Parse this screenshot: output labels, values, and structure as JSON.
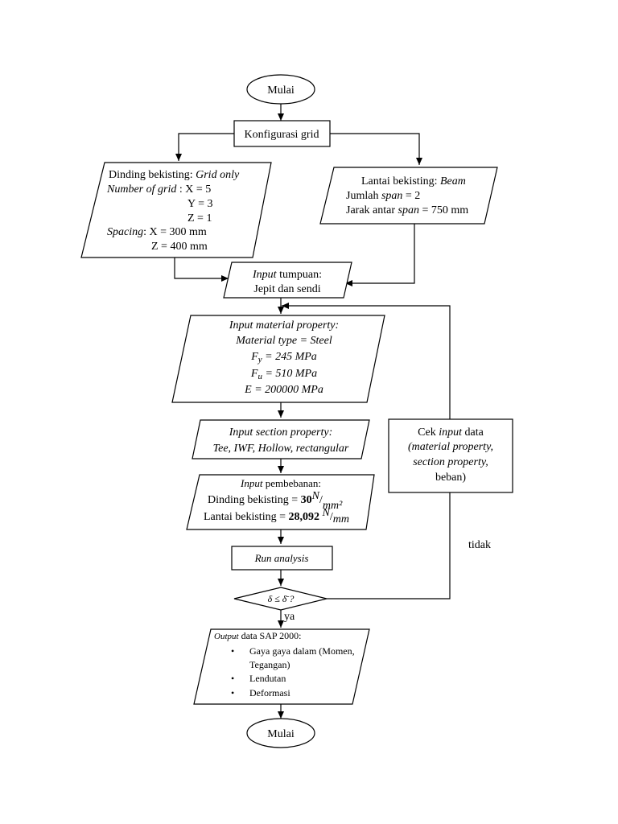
{
  "start": {
    "label": "Mulai"
  },
  "grid_config": {
    "label": "Konfigurasi grid"
  },
  "wall": {
    "title_prefix": "Dinding bekisting:",
    "title_italic": "Grid only",
    "grid_label": "Number of grid",
    "grid_sep": " : X = 5",
    "y": "Y = 3",
    "z": "Z = 1",
    "spacing_label": "Spacing",
    "spacing_x": ": X = 300 mm",
    "spacing_z": "Z = 400 mm"
  },
  "floor": {
    "title_prefix": "Lantai bekisting:",
    "title_italic": "Beam",
    "span_prefix": "Jumlah",
    "span_italic": "span",
    "span_value": "= 2",
    "dist_prefix": "Jarak antar",
    "dist_italic": "span",
    "dist_value": "= 750 mm"
  },
  "support": {
    "input_word": "Input",
    "label": "tumpuan:",
    "value": "Jepit dan sendi"
  },
  "material": {
    "line1": "Input material property:",
    "line2": "Material type = Steel",
    "fy": "F",
    "fy_sub": "y",
    "fy_val": "= 245 MPa",
    "fu": "F",
    "fu_sub": "u",
    "fu_val": "= 510 MPa",
    "e": "E = 200000 MPa"
  },
  "section": {
    "line1": "Input section property:",
    "line2": "Tee, IWF, Hollow, rectangular"
  },
  "loading": {
    "input_word": "Input",
    "label": "pembebanan:",
    "wall_label": "Dinding bekisting =",
    "wall_value": "30",
    "wall_unit_n": "N",
    "wall_unit_d": "mm²",
    "floor_label": "Lantai bekisting =",
    "floor_value": "28,092",
    "floor_unit_n": "N",
    "floor_unit_d": "mm"
  },
  "run": {
    "label": "Run analysis"
  },
  "decision": {
    "label": "δ ≤ δ̄  ?",
    "yes": "ya",
    "no": "tidak"
  },
  "check": {
    "line1_prefix": "Cek",
    "line1_italic": "input",
    "line1_suffix": "data",
    "line2": "(material property,",
    "line3": "section property,",
    "line4": "beban)"
  },
  "output": {
    "title_italic": "Output",
    "title_rest": "data SAP 2000:",
    "items": [
      "Gaya gaya dalam (Momen,",
      "Tegangan)",
      "Lendutan",
      "Deformasi"
    ]
  },
  "end": {
    "label": "Mulai"
  }
}
